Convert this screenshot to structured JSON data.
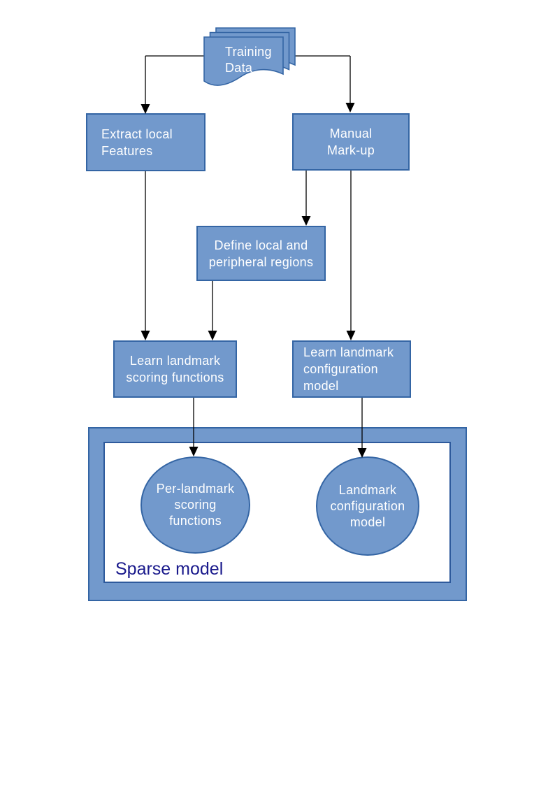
{
  "diagram": {
    "nodes": {
      "training_data": {
        "lines": [
          "Training",
          "Data"
        ]
      },
      "extract_features": {
        "lines": [
          "Extract local",
          "Features"
        ]
      },
      "manual_markup": {
        "lines": [
          "Manual",
          "Mark-up"
        ]
      },
      "define_regions": {
        "lines": [
          "Define local and",
          "peripheral regions"
        ]
      },
      "learn_scoring": {
        "lines": [
          "Learn landmark",
          "scoring functions"
        ]
      },
      "learn_config": {
        "lines": [
          "Learn landmark",
          "configuration",
          "model"
        ]
      },
      "per_landmark_circle": {
        "lines": [
          "Per-landmark",
          "scoring",
          "functions"
        ]
      },
      "landmark_config_circle": {
        "lines": [
          "Landmark",
          "configuration",
          "model"
        ]
      }
    },
    "container": {
      "label": "Sparse model"
    },
    "colors": {
      "node_fill": "#7299CC",
      "node_border": "#3465A4",
      "node_text": "#FFFFFF",
      "container_fill": "#7299CC",
      "container_border": "#3465A4",
      "inner_panel_fill": "#FFFFFF",
      "inner_panel_border": "#2E5A9C",
      "sparse_label_color": "#1A1A8C",
      "arrow_color": "#000000"
    }
  }
}
